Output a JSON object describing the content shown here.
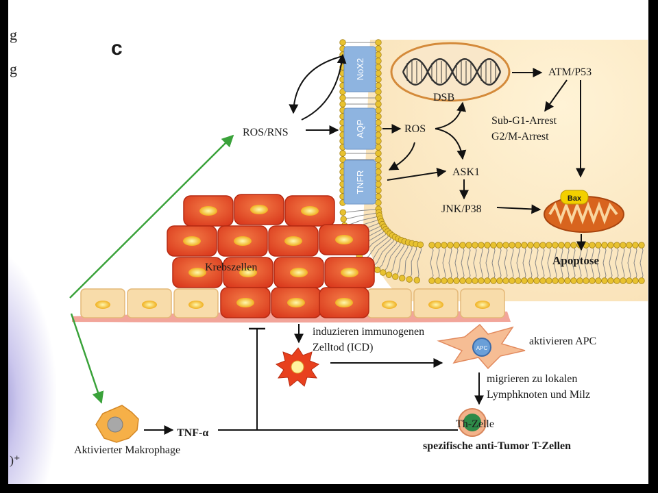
{
  "edge_fragments": [
    "g",
    "g",
    ")⁺"
  ],
  "panel_label": "c",
  "channels": [
    "NoX2",
    "AQP",
    "TNFR"
  ],
  "labels": {
    "dsb": "DSB",
    "atm": "ATM/P53",
    "arrest1": "Sub-G1-Arrest",
    "arrest2": "G2/M-Arrest",
    "ros_rns": "ROS/RNS",
    "ros": "ROS",
    "ask1": "ASK1",
    "jnk": "JNK/P38",
    "bax": "Bax",
    "apoptose": "Apoptose",
    "krebs": "Krebszellen",
    "icd1": "induzieren immunogenen",
    "icd2": "Zelltod (ICD)",
    "apc_inner": "APC",
    "apc_label": "aktivieren APC",
    "migr1": "migrieren zu lokalen",
    "migr2": "Lymphknoten und Milz",
    "th": "Th-Zelle",
    "tcell": "spezifische anti-Tumor T-Zellen",
    "tnf": "TNF-α",
    "makro": "Aktivierter Makrophage"
  },
  "colors": {
    "membrane_head": "#e8c230",
    "channel": "#8eb4e0",
    "cell_red": "#e8502a",
    "cell_beige": "#f8dcaa",
    "green_arrow": "#3aa23a",
    "mito": "#d8641e"
  }
}
